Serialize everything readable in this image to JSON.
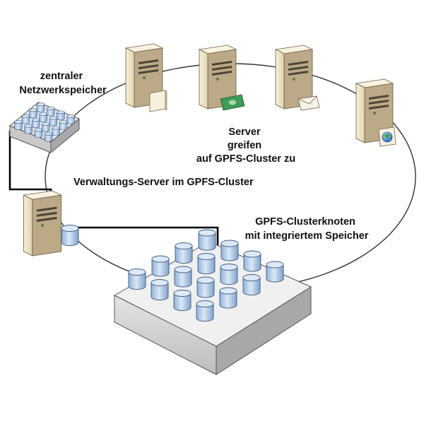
{
  "labels": {
    "storage_central": [
      "zentraler",
      "Netzwerkspeicher"
    ],
    "servers_access": [
      "Server",
      "greifen",
      "auf GPFS-Cluster zu"
    ],
    "admin_server": "Verwaltungs-Server im GPFS-Cluster",
    "cluster_nodes": [
      "GPFS-Clusterknoten",
      "mit integriertem Speicher"
    ]
  },
  "icons": {
    "server": "server-tower-icon",
    "document": "document-icon",
    "money": "banknote-icon",
    "mail": "envelope-icon",
    "globe": "globe-icon",
    "disk": "disk-cylinder-icon"
  },
  "colors": {
    "ring": "#333333",
    "cable": "#000000",
    "server_body": "#efe3c6",
    "server_side": "#b9a784",
    "disk": "#bcd3ec",
    "disk_top": "#dbe8f6",
    "array_top": "#f1f1f1",
    "array_front": "#cdcdcd"
  }
}
